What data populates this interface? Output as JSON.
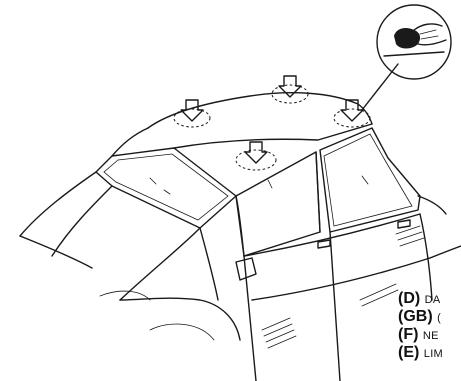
{
  "languages": [
    {
      "code": "(D)",
      "text": "DA"
    },
    {
      "code": "(GB)",
      "text": "("
    },
    {
      "code": "(F)",
      "text": "NE"
    },
    {
      "code": "(E)",
      "text": "LIM"
    }
  ],
  "colors": {
    "line": "#1a1a1a",
    "background": "#ffffff"
  },
  "icons": [
    "hand-with-sponge-icon",
    "down-arrow-icon"
  ]
}
